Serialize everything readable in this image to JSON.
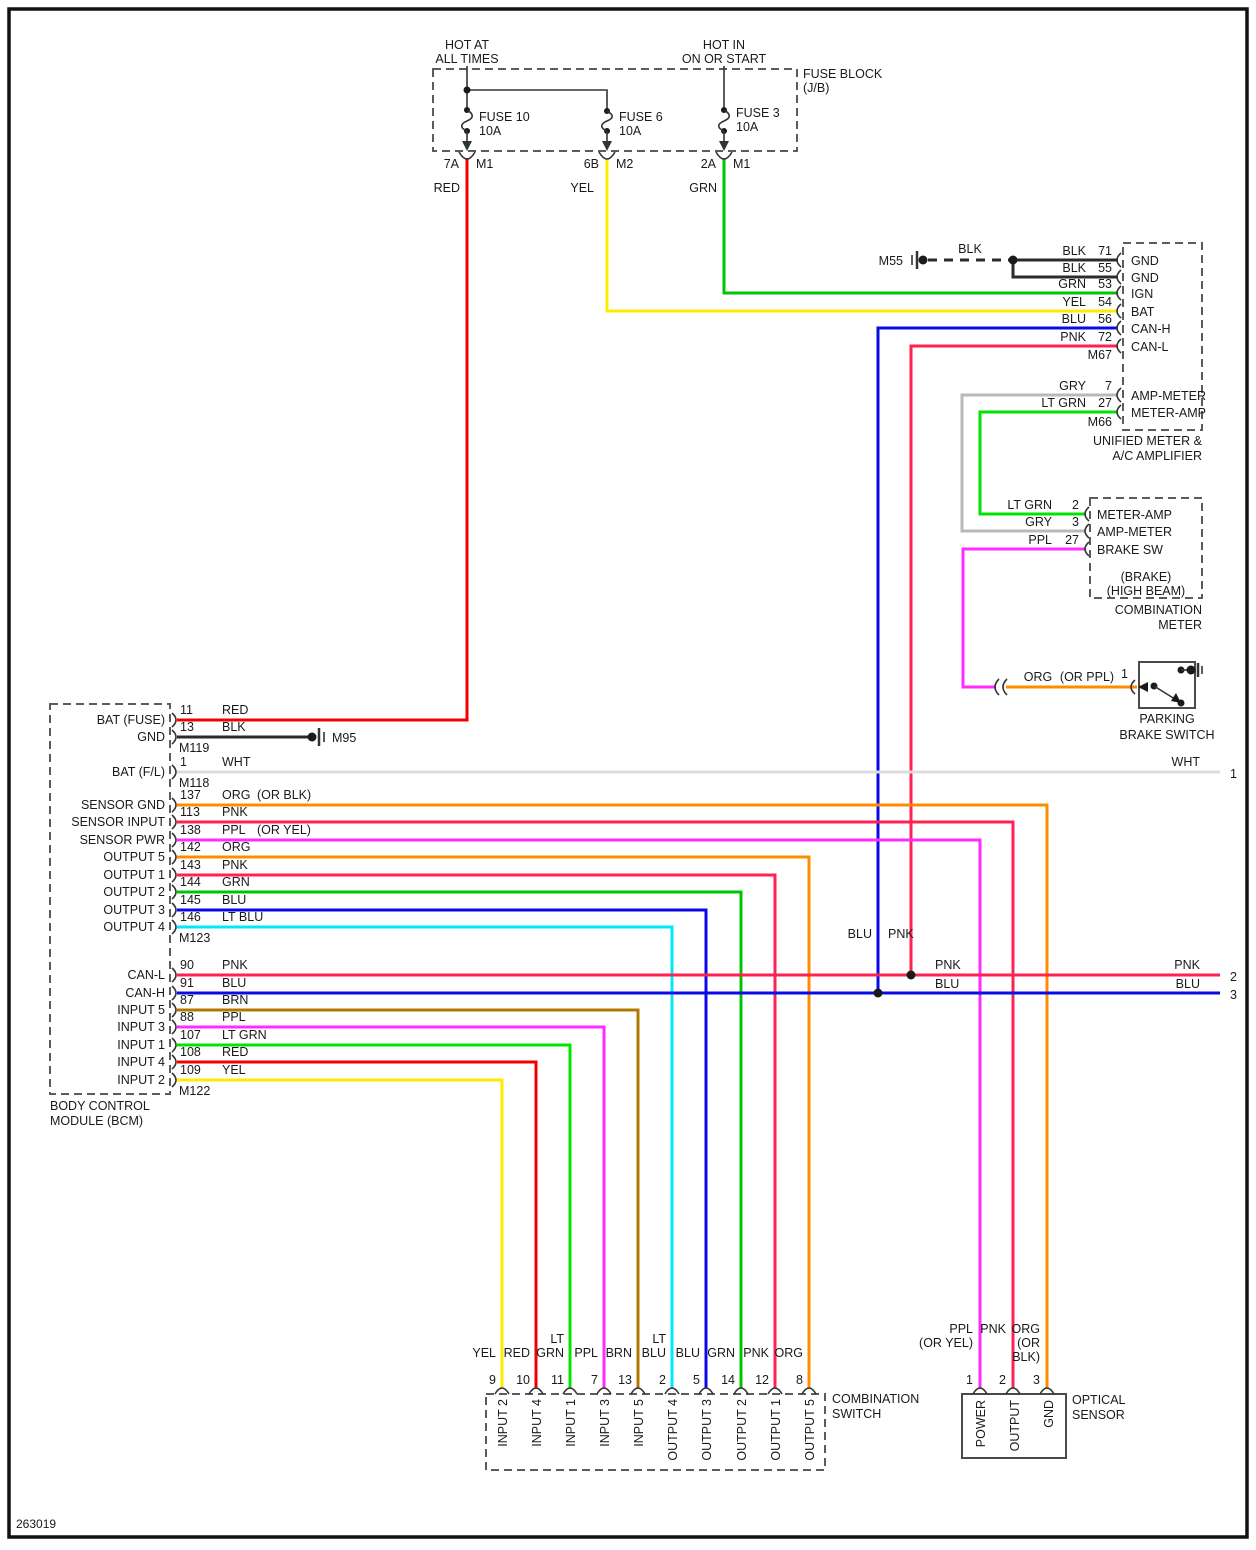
{
  "doc_number": "263019",
  "colors": {
    "RED": "#f20000",
    "YEL": "#ffeb00",
    "GRN": "#00c400",
    "LT_GRN": "#00e400",
    "BLU": "#0a0ae6",
    "LT_BLU": "#00e8ff",
    "PNK": "#ff2152",
    "PPL": "#ff2bff",
    "ORG": "#ff8c00",
    "BRN": "#b07800",
    "BLK": "#2b2b2b",
    "GRY": "#b9b9b9",
    "WHT": "#dcdcdc"
  },
  "fuse_block": {
    "hot_at_1": "HOT AT",
    "hot_at_2": "ALL TIMES",
    "hot_in_1": "HOT IN",
    "hot_in_2": "ON OR START",
    "label_1": "FUSE BLOCK",
    "label_2": "(J/B)",
    "fuses": [
      {
        "name": "FUSE 10",
        "amp": "10A",
        "pin": "7A",
        "conn": "M1",
        "wire": "RED"
      },
      {
        "name": "FUSE 6",
        "amp": "10A",
        "pin": "6B",
        "conn": "M2",
        "wire": "YEL"
      },
      {
        "name": "FUSE 3",
        "amp": "10A",
        "pin": "2A",
        "conn": "M1",
        "wire": "GRN"
      }
    ]
  },
  "m55": {
    "label": "M55",
    "wire": "BLK"
  },
  "m95": {
    "label": "M95"
  },
  "unified_meter": {
    "label_1": "UNIFIED METER &",
    "label_2": "A/C AMPLIFIER",
    "conn_1": "M67",
    "conn_2": "M66",
    "pins": [
      {
        "color": "BLK",
        "num": "71",
        "name": "GND"
      },
      {
        "color": "BLK",
        "num": "55",
        "name": "GND"
      },
      {
        "color": "GRN",
        "num": "53",
        "name": "IGN"
      },
      {
        "color": "YEL",
        "num": "54",
        "name": "BAT"
      },
      {
        "color": "BLU",
        "num": "56",
        "name": "CAN-H"
      },
      {
        "color": "PNK",
        "num": "72",
        "name": "CAN-L"
      },
      {
        "color": "GRY",
        "num": "7",
        "name": "AMP-METER"
      },
      {
        "color": "LT GRN",
        "num": "27",
        "name": "METER-AMP"
      }
    ]
  },
  "combination_meter": {
    "label_1": "COMBINATION",
    "label_2": "METER",
    "note_1": "(BRAKE)",
    "note_2": "(HIGH BEAM)",
    "pins": [
      {
        "color": "LT GRN",
        "num": "2",
        "name": "METER-AMP"
      },
      {
        "color": "GRY",
        "num": "3",
        "name": "AMP-METER"
      },
      {
        "color": "PPL",
        "num": "27",
        "name": "BRAKE SW"
      }
    ]
  },
  "parking_brake": {
    "label_1": "PARKING",
    "label_2": "BRAKE SWITCH",
    "wire": "ORG",
    "alt": "(OR PPL)",
    "pin": "1"
  },
  "bcm": {
    "label_1": "BODY CONTROL",
    "label_2": "MODULE (BCM)",
    "conn_m119": "M119",
    "conn_m118": "M118",
    "conn_m123": "M123",
    "conn_m122": "M122",
    "pins": [
      {
        "name": "BAT (FUSE)",
        "num": "11",
        "color": "RED"
      },
      {
        "name": "GND",
        "num": "13",
        "color": "BLK"
      },
      {
        "name": "BAT (F/L)",
        "num": "1",
        "color": "WHT"
      },
      {
        "name": "SENSOR GND",
        "num": "137",
        "color": "ORG",
        "alt": "(OR BLK)"
      },
      {
        "name": "SENSOR INPUT",
        "num": "113",
        "color": "PNK"
      },
      {
        "name": "SENSOR PWR",
        "num": "138",
        "color": "PPL",
        "alt": "(OR YEL)"
      },
      {
        "name": "OUTPUT 5",
        "num": "142",
        "color": "ORG"
      },
      {
        "name": "OUTPUT 1",
        "num": "143",
        "color": "PNK"
      },
      {
        "name": "OUTPUT 2",
        "num": "144",
        "color": "GRN"
      },
      {
        "name": "OUTPUT 3",
        "num": "145",
        "color": "BLU"
      },
      {
        "name": "OUTPUT 4",
        "num": "146",
        "color": "LT BLU"
      },
      {
        "name": "CAN-L",
        "num": "90",
        "color": "PNK"
      },
      {
        "name": "CAN-H",
        "num": "91",
        "color": "BLU"
      },
      {
        "name": "INPUT 5",
        "num": "87",
        "color": "BRN"
      },
      {
        "name": "INPUT 3",
        "num": "88",
        "color": "PPL"
      },
      {
        "name": "INPUT 1",
        "num": "107",
        "color": "LT GRN"
      },
      {
        "name": "INPUT 4",
        "num": "108",
        "color": "RED"
      },
      {
        "name": "INPUT 2",
        "num": "109",
        "color": "YEL"
      }
    ]
  },
  "edge": {
    "wht_label": "WHT",
    "row1_num": "1",
    "pnk_label": "PNK",
    "row2_num": "2",
    "blu_label": "BLU",
    "row3_num": "3",
    "v_blu": "BLU",
    "v_pnk": "PNK",
    "j_pnk": "PNK",
    "j_blu": "BLU"
  },
  "combination_switch": {
    "label_1": "COMBINATION",
    "label_2": "SWITCH",
    "pins": [
      {
        "num": "9",
        "name": "INPUT 2",
        "l2": "YEL"
      },
      {
        "num": "10",
        "name": "INPUT 4",
        "l2": "RED"
      },
      {
        "num": "11",
        "name": "INPUT 1",
        "l1": "LT",
        "l2": "GRN"
      },
      {
        "num": "7",
        "name": "INPUT 3",
        "l2": "PPL"
      },
      {
        "num": "13",
        "name": "INPUT 5",
        "l2": "BRN"
      },
      {
        "num": "2",
        "name": "OUTPUT 4",
        "l1": "LT",
        "l2": "BLU"
      },
      {
        "num": "5",
        "name": "OUTPUT 3",
        "l2": "BLU"
      },
      {
        "num": "14",
        "name": "OUTPUT 2",
        "l2": "GRN"
      },
      {
        "num": "12",
        "name": "OUTPUT 1",
        "l2": "PNK"
      },
      {
        "num": "8",
        "name": "OUTPUT 5",
        "l2": "ORG"
      }
    ]
  },
  "optical_sensor": {
    "label_1": "OPTICAL",
    "label_2": "SENSOR",
    "pins": [
      {
        "num": "1",
        "name": "POWER",
        "l1": "PPL",
        "l2": "(OR YEL)"
      },
      {
        "num": "2",
        "name": "OUTPUT",
        "l1": "PNK"
      },
      {
        "num": "3",
        "name": "GND",
        "l1": "ORG",
        "l2": "(OR",
        "l3": "BLK)"
      }
    ]
  }
}
